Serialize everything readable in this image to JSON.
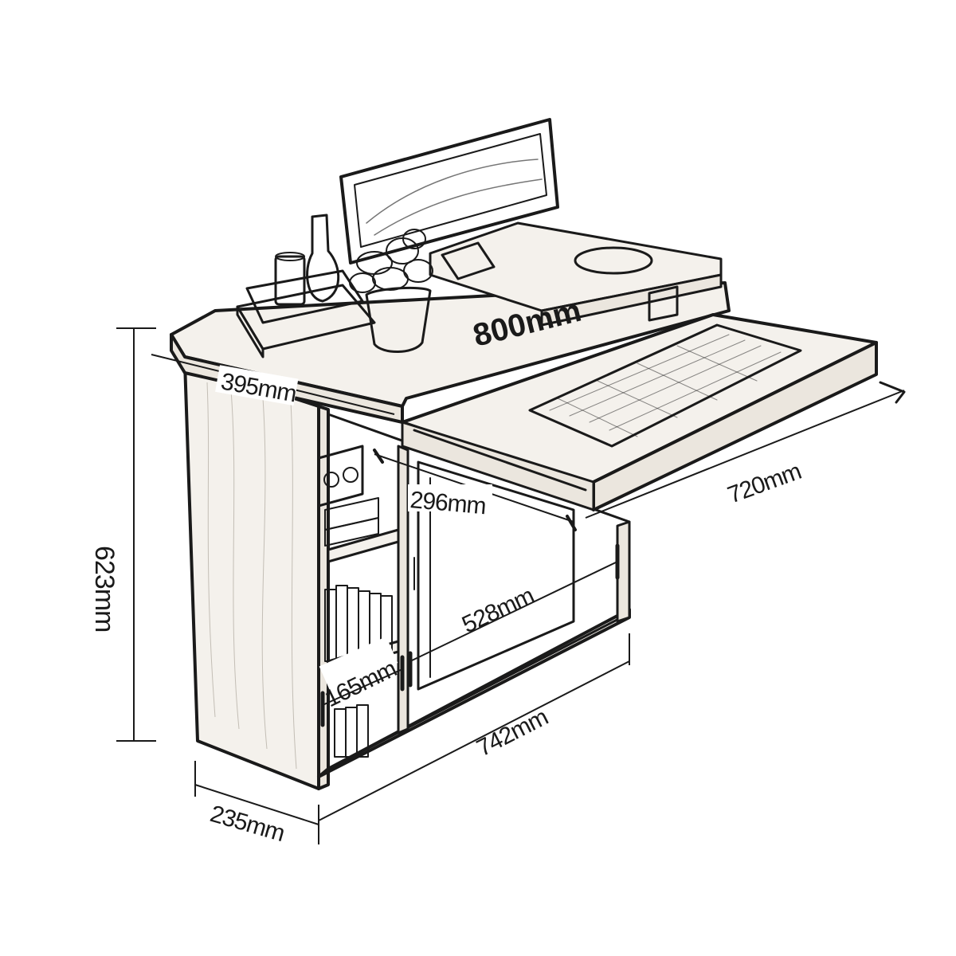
{
  "dimensions": {
    "top_width": "800mm",
    "top_depth": "395mm",
    "inner_width": "296mm",
    "tray_width": "720mm",
    "inner_depth": "528mm",
    "height": "623mm",
    "shelf_width": "165mm",
    "base_width": "742mm",
    "base_depth": "235mm"
  }
}
